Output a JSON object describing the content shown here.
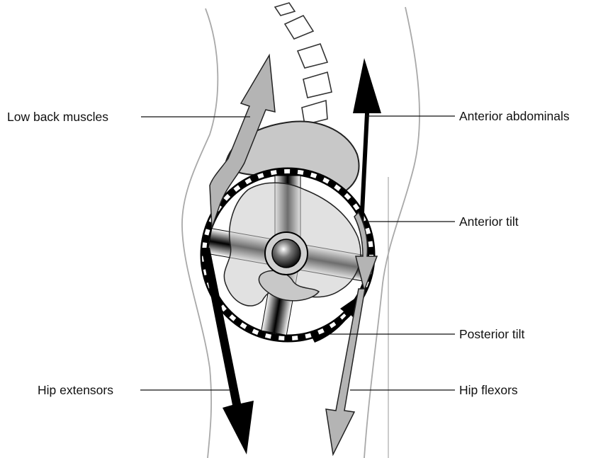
{
  "labels": {
    "low_back_muscles": "Low back muscles",
    "anterior_abdominals": "Anterior abdominals",
    "anterior_tilt": "Anterior tilt",
    "posterior_tilt": "Posterior tilt",
    "hip_extensors": "Hip extensors",
    "hip_flexors": "Hip flexors"
  },
  "colors": {
    "black_arrow": "#000000",
    "grey_arrow": "#b4b4b4",
    "pelvis_fill": "#c8c8c8",
    "outline": "#222222",
    "body_outline": "#a9a9a9"
  }
}
